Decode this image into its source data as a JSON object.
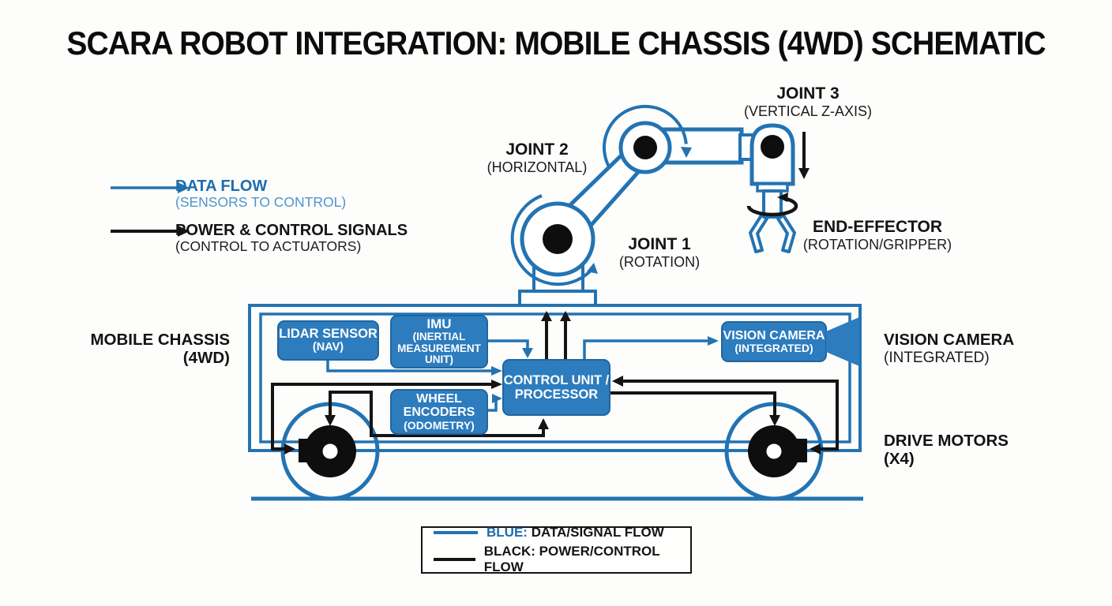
{
  "title": "SCARA ROBOT INTEGRATION: MOBILE CHASSIS (4WD) SCHEMATIC",
  "colors": {
    "line_blue": "#2373B2",
    "box_blue": "#2C7CBE",
    "legend_blue": "#1C6DAD",
    "legend_light_blue": "#4E94CC",
    "black": "#141414"
  },
  "legend_top": {
    "data_flow": {
      "label": "DATA FLOW",
      "sub": "(SENSORS TO CONTROL)"
    },
    "power": {
      "label": "POWER & CONTROL SIGNALS",
      "sub": "(CONTROL TO ACTUATORS)"
    }
  },
  "arm": {
    "joint1": {
      "label": "JOINT 1",
      "sub": "(ROTATION)"
    },
    "joint2": {
      "label": "JOINT 2",
      "sub": "(HORIZONTAL)"
    },
    "joint3": {
      "label": "JOINT 3",
      "sub": "(VERTICAL Z-AXIS)"
    },
    "end_effector": {
      "label": "END-EFFECTOR",
      "sub": "(ROTATION/GRIPPER)"
    }
  },
  "side_labels": {
    "mobile_chassis": {
      "label": "MOBILE CHASSIS",
      "sub": "(4WD)"
    },
    "vision_camera": {
      "label": "VISION CAMERA",
      "sub": "(INTEGRATED)"
    },
    "drive_motors": {
      "label": "DRIVE MOTORS",
      "sub": "(X4)"
    }
  },
  "components": {
    "lidar": {
      "line1": "LIDAR SENSOR",
      "line2": "(NAV)"
    },
    "imu": {
      "line1": "IMU",
      "line2": "(INERTIAL",
      "line3": "MEASUREMENT",
      "line4": "UNIT)"
    },
    "wheel_encoders": {
      "line1": "WHEEL",
      "line2": "ENCODERS",
      "line3": "(ODOMETRY)"
    },
    "control_unit": {
      "line1": "CONTROL UNIT /",
      "line2": "PROCESSOR"
    },
    "vision_camera": {
      "line1": "VISION CAMERA",
      "line2": "(INTEGRATED)"
    }
  },
  "legend_bottom": {
    "blue_term": "BLUE:",
    "blue_desc": "DATA/SIGNAL FLOW",
    "black_term": "BLACK:",
    "black_desc": "POWER/CONTROL FLOW"
  }
}
